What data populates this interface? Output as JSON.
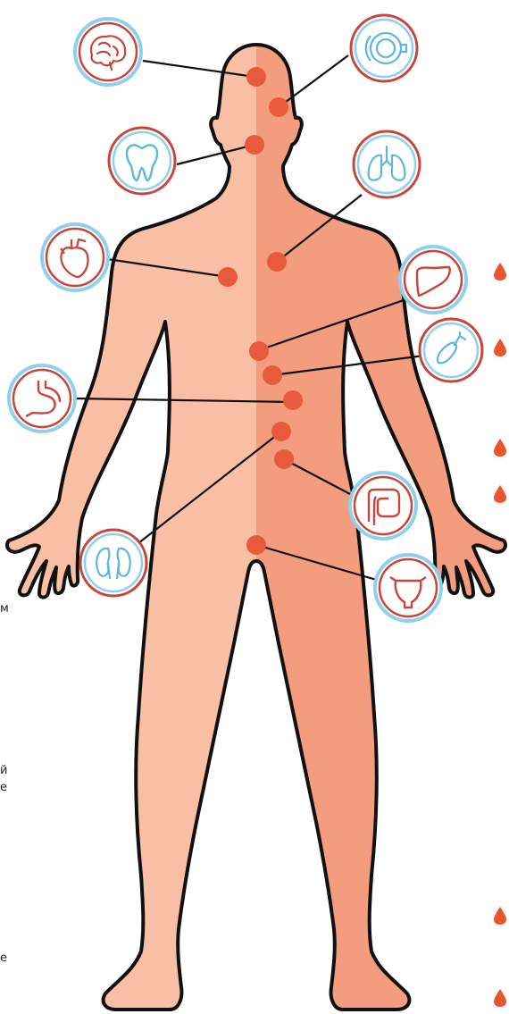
{
  "colors": {
    "skin_light": "#f9bfa4",
    "skin_dark": "#f39c7e",
    "marker": "#e85a3c",
    "outline": "#111111",
    "ring": "#8fd0ec",
    "icon_red": "#c8453a",
    "icon_blue": "#5fb6e0",
    "drop": "#e8552e"
  },
  "organs": [
    {
      "name": "brain",
      "icon": "brain-icon",
      "style": "red"
    },
    {
      "name": "eye",
      "icon": "eye-icon",
      "style": "blue"
    },
    {
      "name": "tooth",
      "icon": "tooth-icon",
      "style": "blue"
    },
    {
      "name": "lungs",
      "icon": "lungs-icon",
      "style": "blue"
    },
    {
      "name": "heart",
      "icon": "heart-icon",
      "style": "red"
    },
    {
      "name": "liver",
      "icon": "liver-icon",
      "style": "red"
    },
    {
      "name": "gallbladder",
      "icon": "gallbladder-icon",
      "style": "blue"
    },
    {
      "name": "stomach",
      "icon": "stomach-icon",
      "style": "red"
    },
    {
      "name": "intestine",
      "icon": "intestine-icon",
      "style": "red"
    },
    {
      "name": "kidneys",
      "icon": "kidneys-icon",
      "style": "blue"
    },
    {
      "name": "bladder",
      "icon": "bladder-icon",
      "style": "red"
    }
  ],
  "text_fragments": {
    "frag_1": "м",
    "frag_2": "й",
    "frag_3": "е",
    "frag_4": "е"
  },
  "bullets": [
    "drop-icon",
    "drop-icon",
    "drop-icon",
    "drop-icon",
    "drop-icon",
    "drop-icon"
  ]
}
